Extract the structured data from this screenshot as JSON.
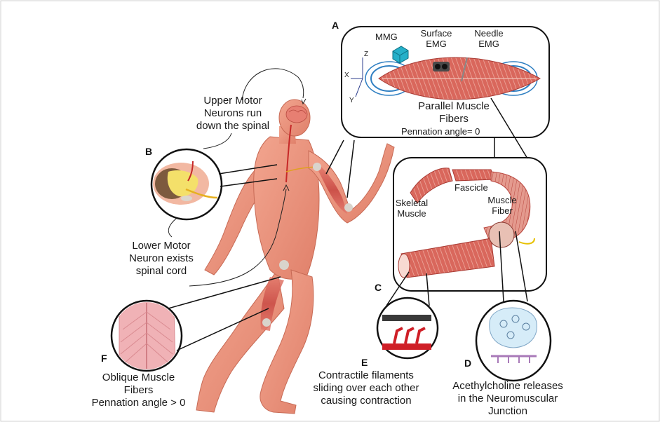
{
  "panels": {
    "A": {
      "tag": "A",
      "mmg": "MMG",
      "surface_emg": [
        "Surface",
        "EMG"
      ],
      "needle_emg": [
        "Needle",
        "EMG"
      ],
      "axes": [
        "Z",
        "X",
        "Y"
      ],
      "title": [
        "Parallel Muscle",
        "Fibers"
      ],
      "pennation": "Pennation angle= 0"
    },
    "B": {
      "tag": "B"
    },
    "C": {
      "tag": "C",
      "fascicle": "Fascicle",
      "skeletal_muscle": [
        "Skeletal",
        "Muscle"
      ],
      "muscle_fiber": [
        "Muscle",
        "Fiber"
      ]
    },
    "D": {
      "tag": "D",
      "caption": [
        "Acethylcholine releases",
        "in the Neuromuscular",
        "Junction"
      ]
    },
    "E": {
      "tag": "E",
      "caption": [
        "Contractile filaments",
        "sliding over each other",
        "causing contraction"
      ]
    },
    "F": {
      "tag": "F",
      "caption": [
        "Oblique Muscle",
        "Fibers",
        "Pennation angle > 0"
      ]
    }
  },
  "labels": {
    "upper_motor": [
      "Upper Motor",
      "Neurons run",
      "down the spinal"
    ],
    "lower_motor": [
      "Lower Motor",
      "Neuron exists",
      "spinal cord"
    ]
  }
}
